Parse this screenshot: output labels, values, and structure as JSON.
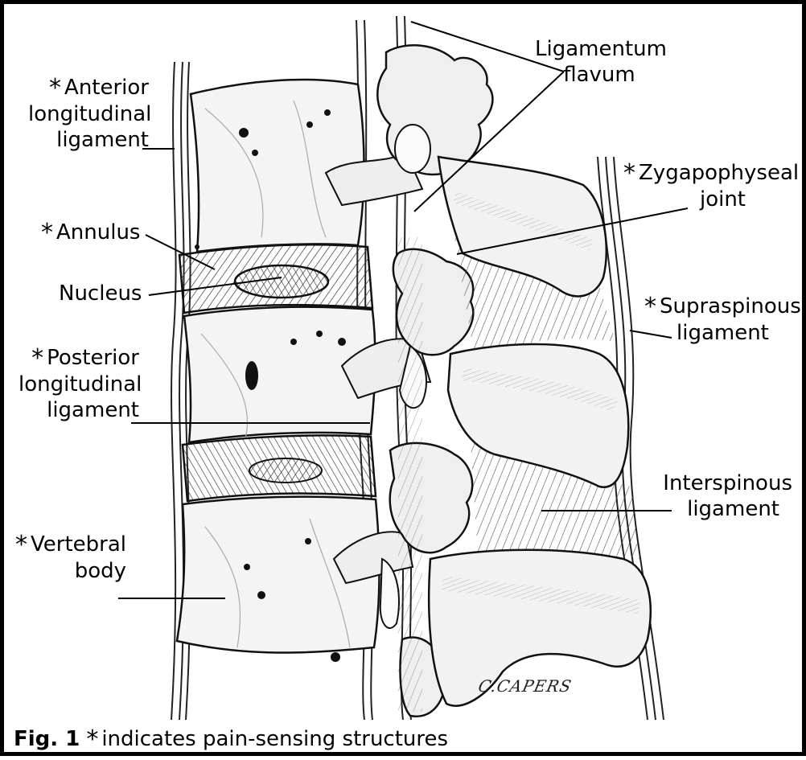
{
  "labels": {
    "star": "*",
    "anterior_longitudinal_ligament": [
      "Anterior",
      "longitudinal",
      "ligament"
    ],
    "annulus": "Annulus",
    "nucleus": "Nucleus",
    "posterior_longitudinal_ligament": [
      "Posterior",
      "longitudinal",
      "ligament"
    ],
    "vertebral_body": [
      "Vertebral",
      "body"
    ],
    "ligamentum_flavum": [
      "Ligamentum",
      "flavum"
    ],
    "zygapophyseal_joint": [
      "Zygapophyseal",
      "joint"
    ],
    "supraspinous_ligament": [
      "Supraspinous",
      "ligament"
    ],
    "interspinous_ligament": [
      "Interspinous",
      "ligament"
    ]
  },
  "signature": "C.CAPERS",
  "caption": {
    "fig": "Fig. 1",
    "star": "*",
    "text": "indicates pain-sensing structures"
  }
}
